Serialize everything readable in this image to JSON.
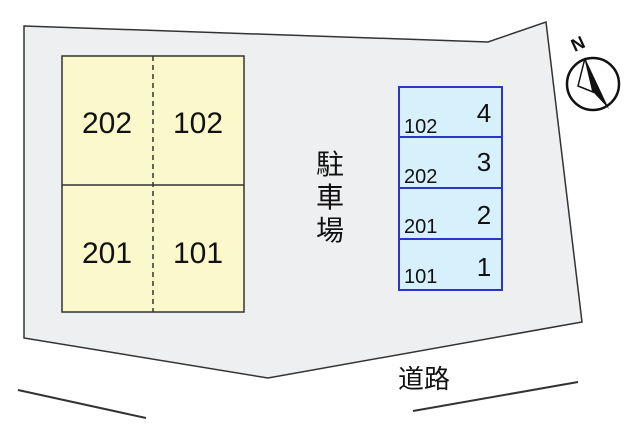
{
  "map": {
    "colors": {
      "site_fill": "#eeeff0",
      "building_fill": "#fbf8cb",
      "parking_fill": "#d6f1fb",
      "parking_border": "#2a36c9",
      "outline": "#333333"
    },
    "building": {
      "units": [
        {
          "label": "202"
        },
        {
          "label": "102"
        },
        {
          "label": "201"
        },
        {
          "label": "101"
        }
      ]
    },
    "parking_label": [
      "駐",
      "車",
      "場"
    ],
    "parking_slots": [
      {
        "unit": "102",
        "number": "4"
      },
      {
        "unit": "202",
        "number": "3"
      },
      {
        "unit": "201",
        "number": "2"
      },
      {
        "unit": "101",
        "number": "1"
      }
    ],
    "road_label": "道路",
    "north": {
      "label": "N",
      "icon": "north-arrow-icon"
    }
  }
}
